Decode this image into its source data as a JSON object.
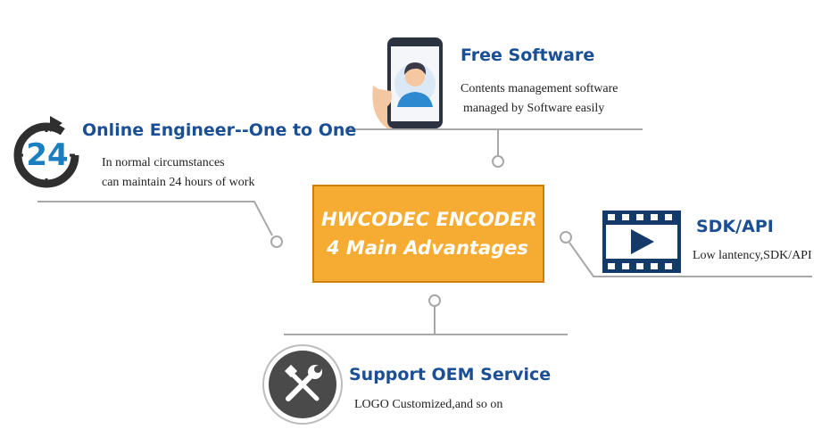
{
  "center": {
    "line1": "HWCODEC ENCODER",
    "line2": "4 Main Advantages",
    "fill_color": "#f6ac33"
  },
  "advantages": [
    {
      "title": "Free Software",
      "lines": [
        "Contents management software",
        "managed by Software easily"
      ],
      "icon": "smartphone-user-icon"
    },
    {
      "title": "Online Engineer--One to One",
      "lines": [
        "In normal circumstances",
        "can maintain 24 hours of work"
      ],
      "icon": "24-hours-icon",
      "icon_text": "24"
    },
    {
      "title": "SDK/API",
      "lines": [
        "Low lantency,SDK/API"
      ],
      "icon": "film-play-icon"
    },
    {
      "title": "Support OEM Service",
      "lines": [
        "LOGO Customized,and so on"
      ],
      "icon": "wrench-screwdriver-icon"
    }
  ],
  "colors": {
    "title": "#1a4f95",
    "connector": "#9a9a9a",
    "icon_dark": "#2f2f2f",
    "film_blue": "#143a69"
  }
}
